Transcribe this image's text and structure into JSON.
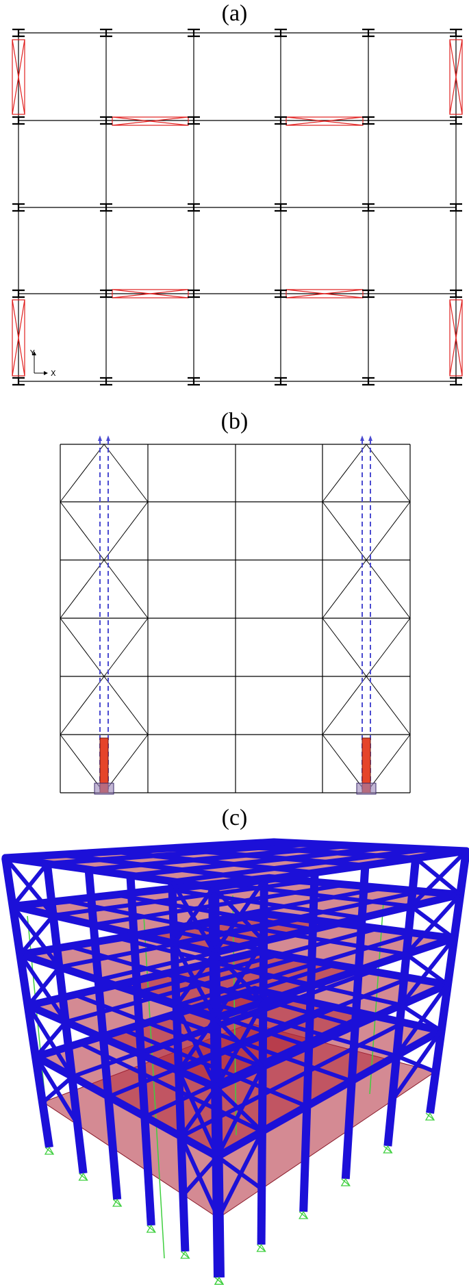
{
  "panels": {
    "a": {
      "label": "(a)",
      "axis_x": "X",
      "axis_y": "Y"
    },
    "b": {
      "label": "(b)"
    },
    "c": {
      "label": "(c)"
    }
  },
  "colors": {
    "frame": "#000000",
    "brace_plan": "#e0201f",
    "dashed_cable": "#4a4ad0",
    "damper_fill": "#e5452a",
    "steel_blue": "#1c10d8",
    "slab_red": "#b12a3a",
    "support_green": "#3fcf3f"
  },
  "icons": {
    "axis_triad": "xy-axis-icon",
    "support": "pin-support-icon",
    "column": "i-section-column-icon"
  }
}
